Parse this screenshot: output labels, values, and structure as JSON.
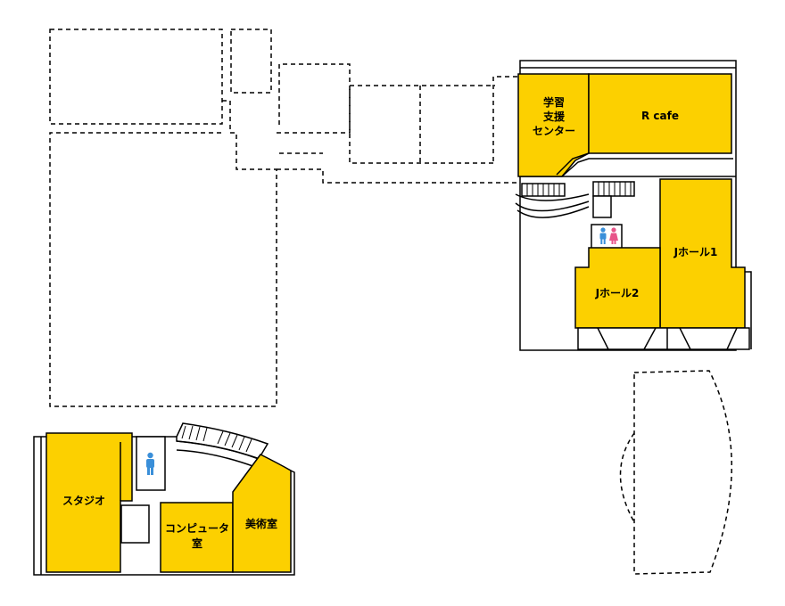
{
  "colors": {
    "room_fill": "#fcd000",
    "male": "#3a8fd9",
    "female": "#e8558a"
  },
  "rooms": {
    "learning_center": [
      "学習",
      "支援",
      "センター"
    ],
    "r_cafe": "R cafe",
    "j_hall_1": "Jホール1",
    "j_hall_2": "Jホール2",
    "studio": "スタジオ",
    "computer_room": [
      "コンピュータ",
      "室"
    ],
    "art_room": "美術室"
  },
  "icons": {
    "restroom_top": "restroom-male-female-icon",
    "restroom_bottom": "restroom-male-icon"
  }
}
